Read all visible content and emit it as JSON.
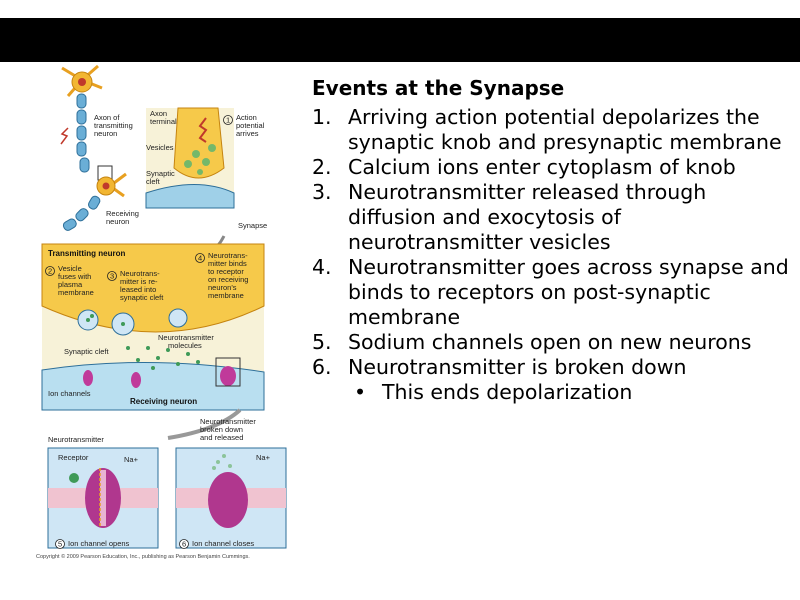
{
  "slide": {
    "title": "Events at the Synapse",
    "events": [
      {
        "num": "1.",
        "text": "Arriving action potential depolarizes the synaptic knob and presynaptic membrane"
      },
      {
        "num": "2.",
        "text": "Calcium ions enter cytoplasm of knob"
      },
      {
        "num": "3.",
        "text": "Neurotransmitter released through diffusion and exocytosis of neurotransmitter vesicles"
      },
      {
        "num": "4.",
        "text": "Neurotransmitter goes across synapse and binds to receptors on post-synaptic membrane"
      },
      {
        "num": "5.",
        "text": "Sodium channels open on new neurons"
      },
      {
        "num": "6.",
        "text": "Neurotransmitter is broken down"
      }
    ],
    "sub_bullet": {
      "bullet": "•",
      "text": "This ends depolarization"
    }
  },
  "figure": {
    "labels": {
      "axon_transmitting": [
        "Axon of",
        "transmitting",
        "neuron"
      ],
      "axon_terminal": [
        "Axon",
        "terminal"
      ],
      "vesicles": "Vesicles",
      "synaptic_cleft_top": [
        "Synaptic",
        "cleft"
      ],
      "receiving_neuron": [
        "Receiving",
        "neuron"
      ],
      "action_potential": [
        "Action",
        "potential",
        "arrives"
      ],
      "synapse": "Synapse",
      "transmitting_neuron": "Transmitting neuron",
      "step2": [
        "Vesicle",
        "fuses with",
        "plasma",
        "membrane"
      ],
      "step3": [
        "Neurotrans-",
        "mitter is re-",
        "leased into",
        "synaptic cleft"
      ],
      "step4": [
        "Neurotrans-",
        "mitter binds",
        "to receptor",
        "on receiving",
        "neuron's",
        "membrane"
      ],
      "synaptic_cleft_mid": "Synaptic cleft",
      "neurotransmitter_molecules": [
        "Neurotransmitter",
        "molecules"
      ],
      "ion_channels": "Ion channels",
      "receiving_neuron_mid": "Receiving neuron",
      "neurotransmitter": "Neurotransmitter",
      "broken_down": [
        "Neurotransmitter",
        "broken down",
        "and released"
      ],
      "receptor": "Receptor",
      "na_left": "Na+",
      "na_right": "Na+",
      "step5": "Ion channel opens",
      "step6": "Ion channel closes",
      "step_numbers": [
        "1",
        "2",
        "3",
        "4",
        "5",
        "6"
      ],
      "copyright": "Copyright © 2009 Pearson Education, Inc., publishing as Pearson Benjamin Cummings."
    }
  }
}
